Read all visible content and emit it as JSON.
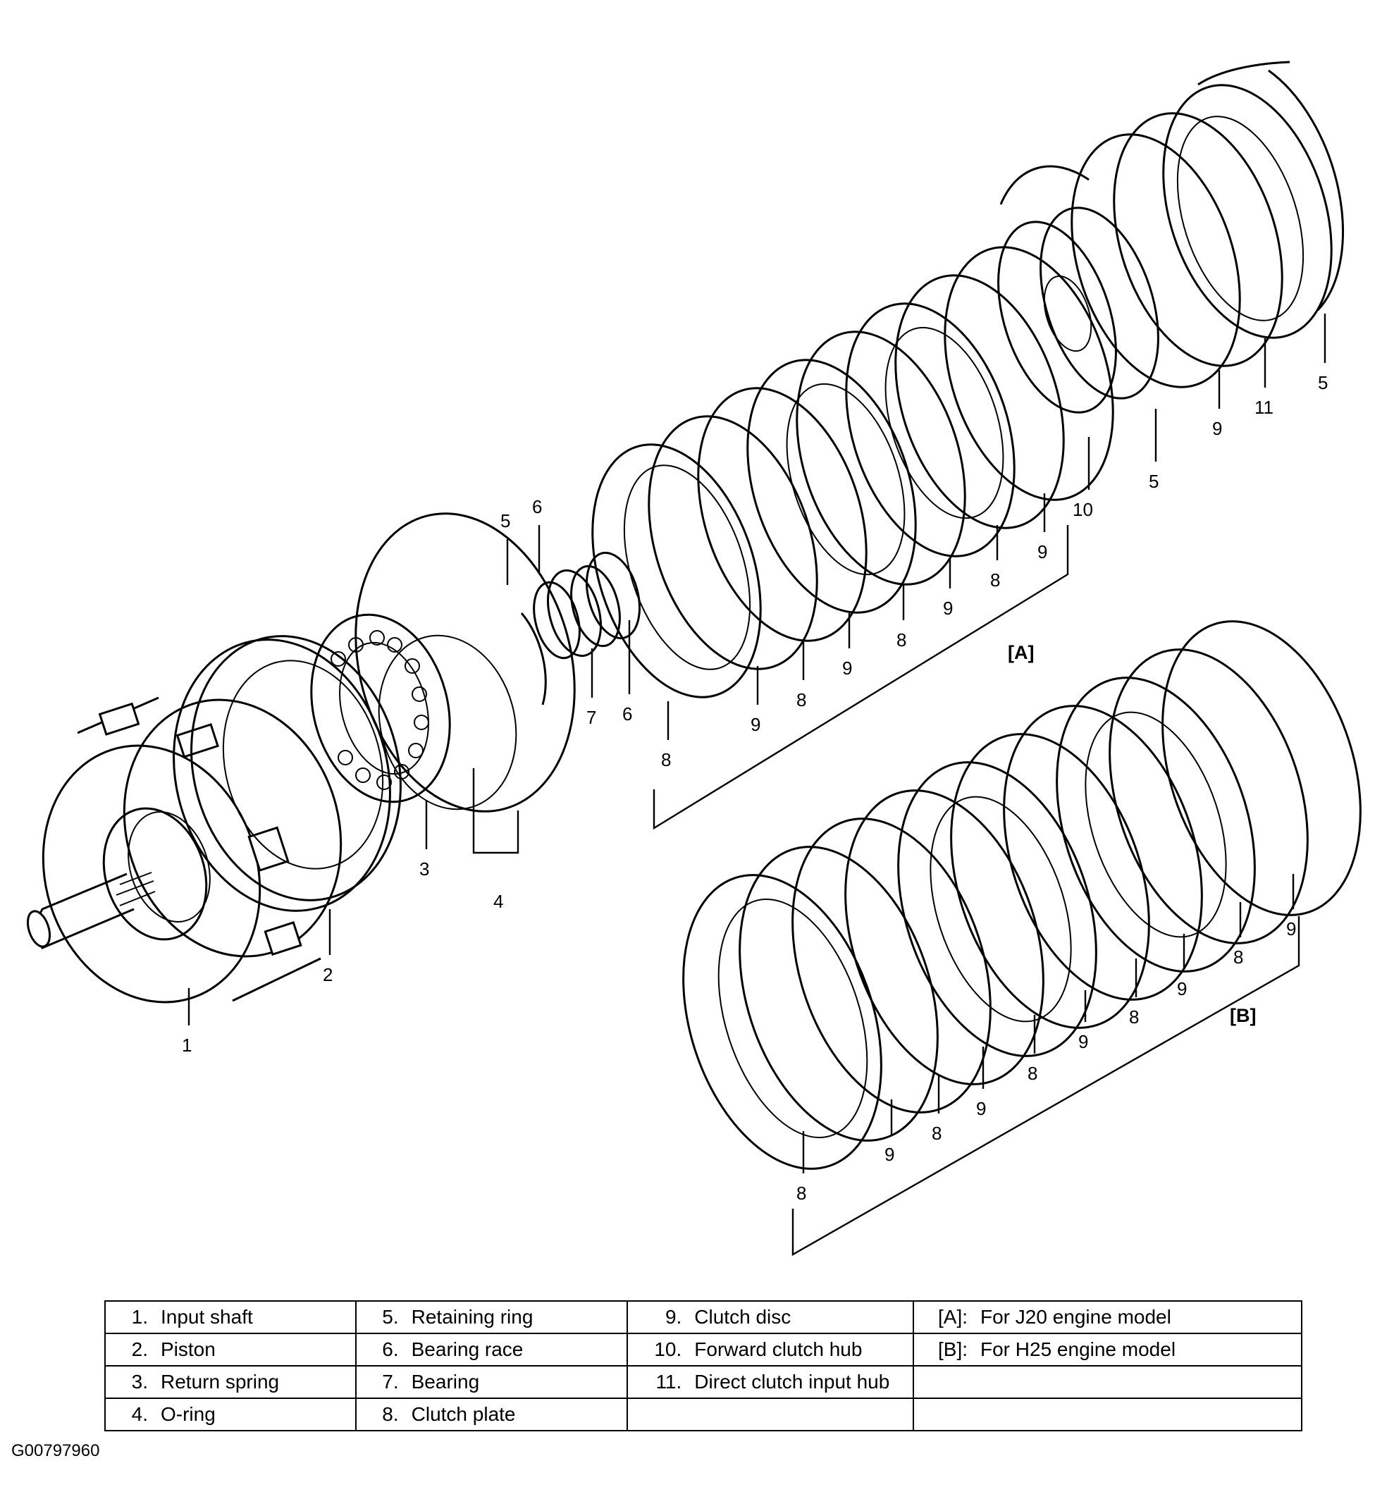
{
  "callouts": {
    "n1": "1",
    "n2": "2",
    "n3": "3",
    "n4": "4",
    "n5a": "5",
    "n5b": "5",
    "n5c": "5",
    "n6a": "6",
    "n6b": "6",
    "n7": "7",
    "n8": "8",
    "n9": "9",
    "n10": "10",
    "n11": "11"
  },
  "brackets": {
    "a": "[A]",
    "b": "[B]"
  },
  "legend": {
    "rows": [
      [
        {
          "num": "1.",
          "label": "Input shaft"
        },
        {
          "num": "5.",
          "label": "Retaining ring"
        },
        {
          "num": "9.",
          "label": "Clutch disc"
        },
        {
          "num": "[A]:",
          "label": "For J20 engine model"
        }
      ],
      [
        {
          "num": "2.",
          "label": "Piston"
        },
        {
          "num": "6.",
          "label": "Bearing race"
        },
        {
          "num": "10.",
          "label": "Forward clutch hub"
        },
        {
          "num": "[B]:",
          "label": "For H25 engine model"
        }
      ],
      [
        {
          "num": "3.",
          "label": "Return spring"
        },
        {
          "num": "7.",
          "label": "Bearing"
        },
        {
          "num": "11.",
          "label": "Direct clutch input hub"
        },
        {
          "num": "",
          "label": ""
        }
      ],
      [
        {
          "num": "4.",
          "label": "O-ring"
        },
        {
          "num": "8.",
          "label": "Clutch plate"
        },
        {
          "num": "",
          "label": ""
        },
        {
          "num": "",
          "label": ""
        }
      ]
    ]
  },
  "figure_code": "G00797960"
}
